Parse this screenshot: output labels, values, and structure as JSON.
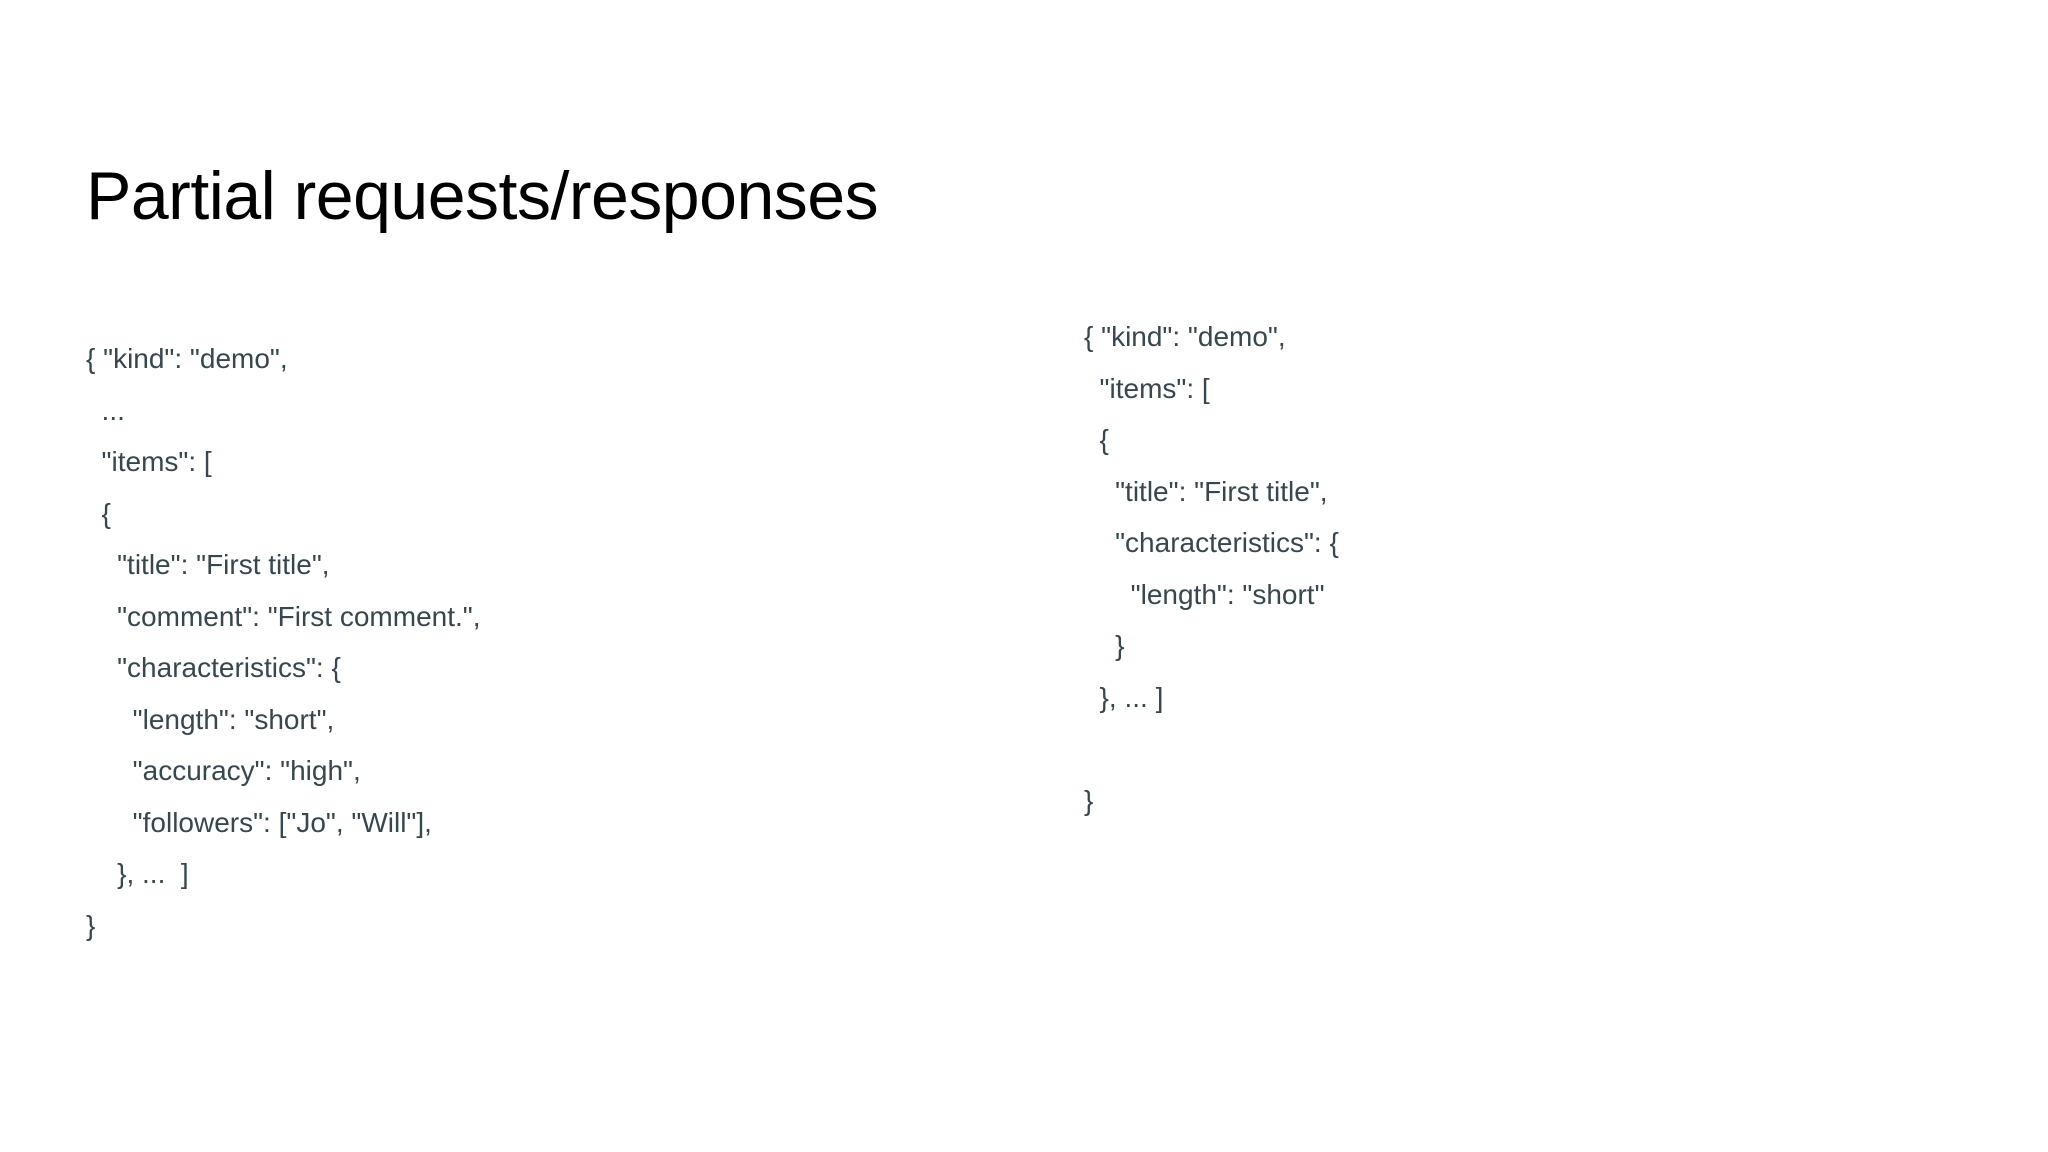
{
  "slide": {
    "title": "Partial requests/responses",
    "background_color": "#ffffff",
    "title_color": "#000000",
    "code_color": "#37474f"
  },
  "request": {
    "name": "partial-request-json",
    "lines": [
      "{ \"kind\": \"demo\",",
      "  ...",
      "  \"items\": [",
      "  {",
      "    \"title\": \"First title\",",
      "    \"comment\": \"First comment.\",",
      "    \"characteristics\": {",
      "      \"length\": \"short\",",
      "      \"accuracy\": \"high\",",
      "      \"followers\": [\"Jo\", \"Will\"],",
      "    }, ...  ]",
      "}"
    ]
  },
  "response": {
    "name": "partial-response-json",
    "lines": [
      "{ \"kind\": \"demo\",",
      "  \"items\": [",
      "  {",
      "    \"title\": \"First title\",",
      "    \"characteristics\": {",
      "      \"length\": \"short\"",
      "    }",
      "  }, ... ]",
      "",
      "}"
    ]
  }
}
